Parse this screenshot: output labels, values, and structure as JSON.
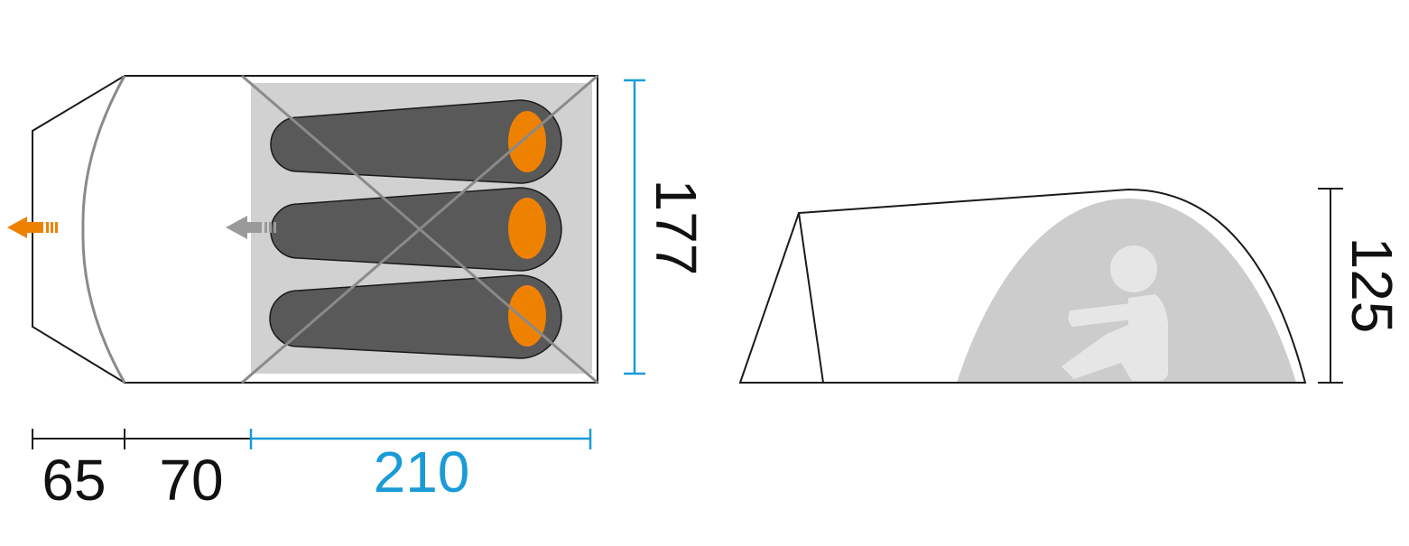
{
  "top_view": {
    "dims": {
      "vestibule_depth": "65",
      "entry_depth": "70",
      "inner_length": "210",
      "inner_width": "177"
    }
  },
  "side_view": {
    "dims": {
      "height": "125"
    }
  },
  "colors": {
    "outline": "#1a1a1a",
    "arc": "#8a8a8a",
    "inner_floor": "#d1d1d1",
    "sleeping_bag": "#595959",
    "head": "#ee8200",
    "accent_dim": "#1a9bd7",
    "text": "#111111",
    "side_dome": "#cccccc",
    "person": "#e6e6e6"
  },
  "icons": {
    "exit_arrow_outer": "arrow-left-icon",
    "exit_arrow_inner": "arrow-left-icon",
    "person": "person-sitting-icon"
  }
}
